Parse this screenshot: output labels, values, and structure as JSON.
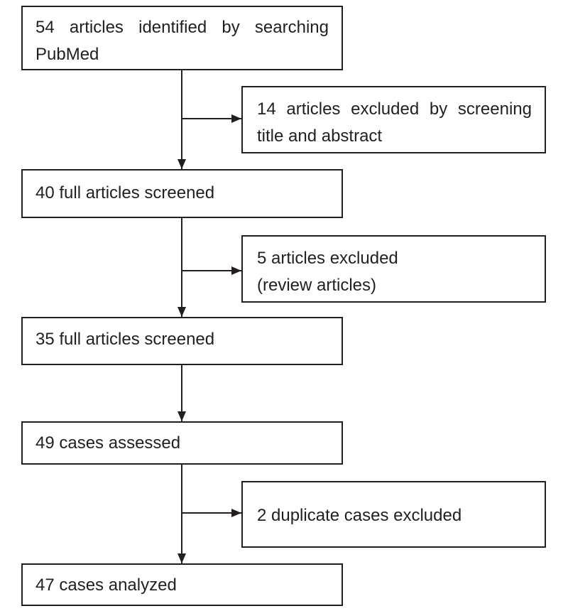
{
  "flowchart": {
    "identified": {
      "line1": "54 articles identified by searching",
      "line2": "PubMed"
    },
    "excluded_screening": {
      "line1": "14 articles excluded by screening",
      "line2": "title and abstract"
    },
    "full_screened_1": {
      "text": "40 full articles screened"
    },
    "excluded_review": {
      "line1": "5 articles excluded",
      "line2": "(review articles)"
    },
    "full_screened_2": {
      "text": "35 full articles screened"
    },
    "cases_assessed": {
      "text": "49 cases assessed"
    },
    "duplicates_excluded": {
      "text": "2 duplicate cases excluded"
    },
    "cases_analyzed": {
      "text": "47 cases analyzed"
    }
  },
  "colors": {
    "line": "#231f20",
    "text": "#231f20",
    "background": "#ffffff"
  }
}
